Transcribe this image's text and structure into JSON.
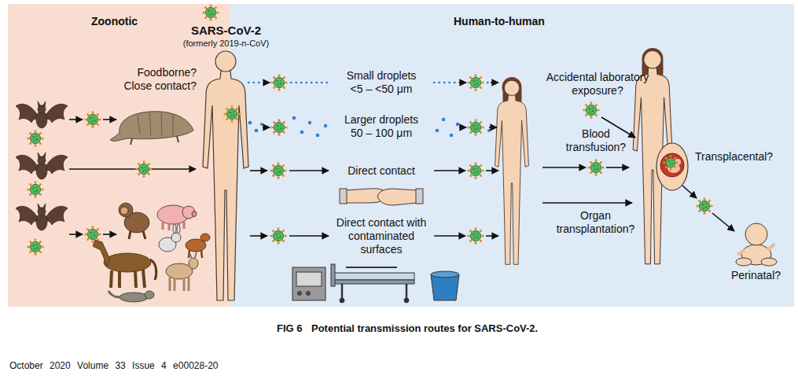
{
  "diagram": {
    "caption": "Potential transmission routes for SARS-CoV-2.",
    "nodes": [
      {
        "text": [
          "Zoonotic"
        ]
      },
      {
        "text": [
          "Human-to-human"
        ]
      }
    ],
    "labels": [
      "SARS-CoV-2",
      "(formerly 2019-n-CoV)",
      "Foodborne? Close contact?",
      "Small droplets <5 – <50 μm",
      "Larger droplets 50 – 100 μm",
      "Direct contact",
      "Direct contact with contaminated surfaces",
      "Accidental laboratory exposure?",
      "Blood transfusion?",
      "Organ transplantation?",
      "Transplacental?",
      "Perinatal?",
      "FIG 6",
      "October 2020 Volume 33 Issue 4 e00028-20"
    ]
  }
}
